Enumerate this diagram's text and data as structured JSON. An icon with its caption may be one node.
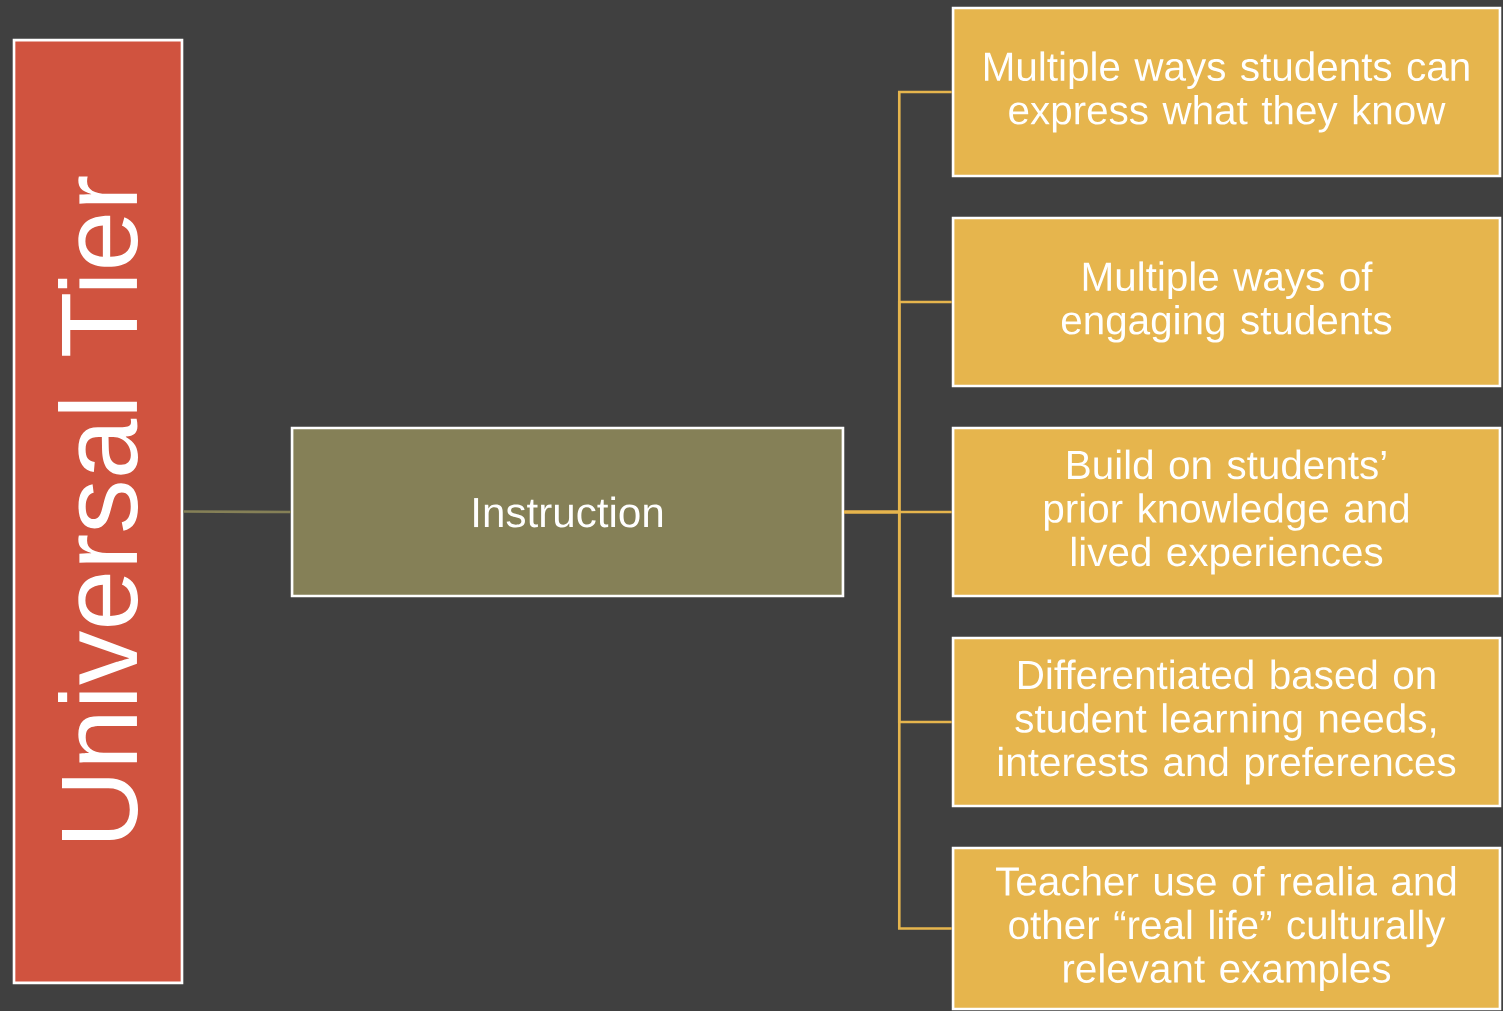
{
  "diagram": {
    "nodes": [
      {
        "text": [
          "Universal Tier"
        ]
      },
      {
        "text": [
          "Instruction"
        ]
      },
      {
        "text": [
          "Multiple ways students can express what they know"
        ]
      },
      {
        "text": [
          "Multiple ways of engaging students"
        ]
      },
      {
        "text": [
          "Build on students’ prior knowledge and lived experiences"
        ]
      },
      {
        "text": [
          "Differentiated based on student learning needs, interests and preferences"
        ]
      },
      {
        "text": [
          "Teacher use of realia and other “real life” culturally relevant examples"
        ]
      }
    ],
    "edges": [
      {
        "from": 0,
        "to": 1,
        "arrow": "none",
        "color": "#858057"
      },
      {
        "from": 1,
        "to": 2,
        "arrow": "none"
      },
      {
        "from": 1,
        "to": 3,
        "arrow": "none"
      },
      {
        "from": 1,
        "to": 4,
        "arrow": "none"
      },
      {
        "from": 1,
        "to": 5,
        "arrow": "none"
      },
      {
        "from": 1,
        "to": 6,
        "arrow": "none"
      }
    ]
  }
}
